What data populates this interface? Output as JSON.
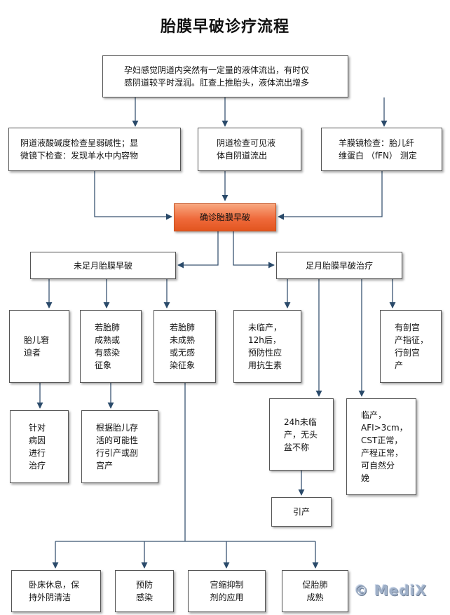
{
  "title": "胎膜早破诊疗流程",
  "nodes": {
    "symptom": "孕妇感觉阴道内突然有一定量的液体流出，有时仅\n感阴道较平时湿润。肛查上推胎头，液体流出增多",
    "ph_test": "阴道液酸碱度检查呈弱碱性；显\n微镜下检查：发现羊水中内容物",
    "vaginal_exam": "阴道检查可见液\n体自阴道流出",
    "amnioscopy": "羊膜镜检查：胎儿纤\n维蛋白 （fFN） 测定",
    "diagnosis": "确诊胎膜早破",
    "preterm": "未足月胎膜早破",
    "term": "足月胎膜早破治疗",
    "fetal_distress": "胎儿窘\n迫者",
    "lung_mature": "若胎肺\n成熟或\n有感染\n征象",
    "lung_immature": "若胎肺\n未成熟\n或无感\n染征象",
    "targeted_treatment": "针对\n病因\n进行\n治疗",
    "survival": "根据胎儿存\n活的可能性\n行引产或剖\n宫产",
    "no_labor_12h": "未临产，\n12h后，\n预防性应\n用抗生素",
    "no_labor_24h": "24h未临\n产，无头\n盆不称",
    "labor_afi": "临产，\nAFI>3cm，\nCST正常，\n产程正常，\n可自然分\n娩",
    "cesarean": "有剖宫\n产指征，\n行剖宫\n产",
    "induction": "引产",
    "bed_rest": "卧床休息，保\n持外阴清洁",
    "prevent_infection": "预防\n感染",
    "tocolysis": "宫缩抑制\n剂的应用",
    "lung_maturation": "促胎肺\n成熟"
  },
  "watermark": "© MediX"
}
